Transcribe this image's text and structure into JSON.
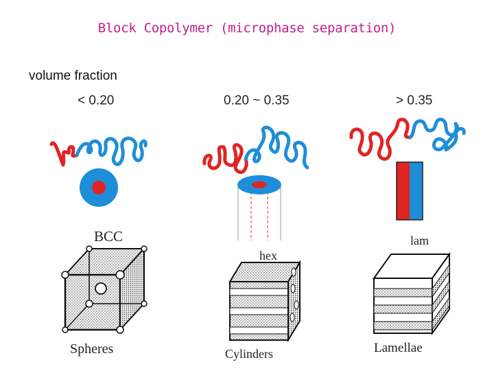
{
  "title": "Block Copolymer (microphase separation)",
  "volume_fraction_label": "volume fraction",
  "columns": [
    {
      "fraction": "< 0.20",
      "morphology_label": "BCC",
      "structure_label": "Spheres"
    },
    {
      "fraction": "0.20 ~ 0.35",
      "morphology_label": "hex",
      "structure_label": "Cylinders"
    },
    {
      "fraction": "> 0.35",
      "morphology_label": "lam",
      "structure_label": "Lamellae"
    }
  ],
  "colors": {
    "title": "#c0208c",
    "block_a_red": "#e02424",
    "block_b_blue": "#1e8ed8"
  }
}
